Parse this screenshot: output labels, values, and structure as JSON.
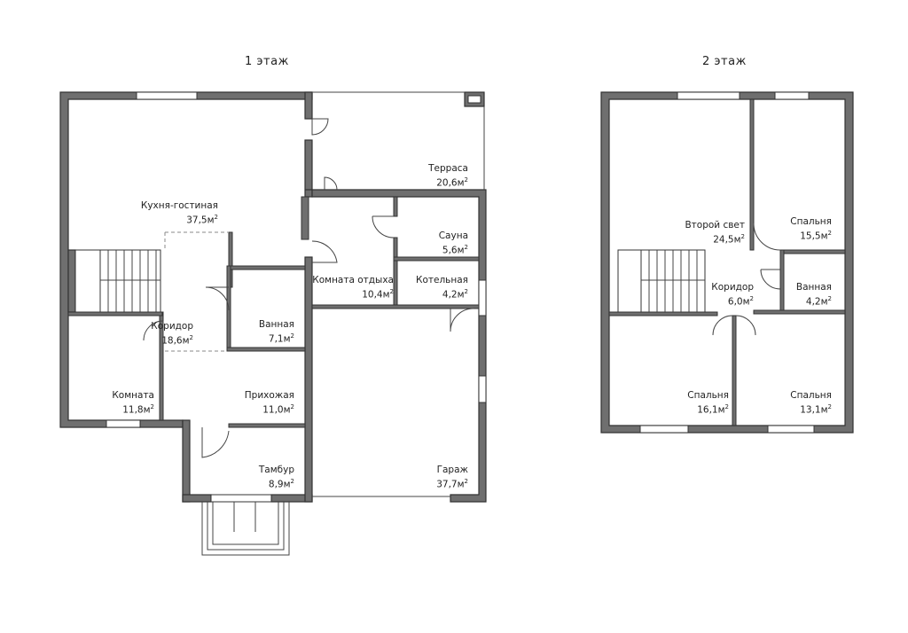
{
  "floors": [
    {
      "title": "1 этаж",
      "rooms": [
        {
          "name": "Кухня-гостиная",
          "area": "37,5м"
        },
        {
          "name": "Терраса",
          "area": "20,6м"
        },
        {
          "name": "Сауна",
          "area": "5,6м"
        },
        {
          "name": "Комната отдыха",
          "area": "10,4м"
        },
        {
          "name": "Котельная",
          "area": "4,2м"
        },
        {
          "name": "Коридор",
          "area": "18,6м"
        },
        {
          "name": "Ванная",
          "area": "7,1м"
        },
        {
          "name": "Комната",
          "area": "11,8м"
        },
        {
          "name": "Прихожая",
          "area": "11,0м"
        },
        {
          "name": "Тамбур",
          "area": "8,9м"
        },
        {
          "name": "Гараж",
          "area": "37,7м"
        }
      ]
    },
    {
      "title": "2 этаж",
      "rooms": [
        {
          "name": "Второй свет",
          "area": "24,5м"
        },
        {
          "name": "Спальня",
          "area": "15,5м"
        },
        {
          "name": "Коридор",
          "area": "6,0м"
        },
        {
          "name": "Ванная",
          "area": "4,2м"
        },
        {
          "name": "Спальня",
          "area": "16,1м"
        },
        {
          "name": "Спальня",
          "area": "13,1м"
        }
      ]
    }
  ],
  "area_unit_superscript": "2"
}
